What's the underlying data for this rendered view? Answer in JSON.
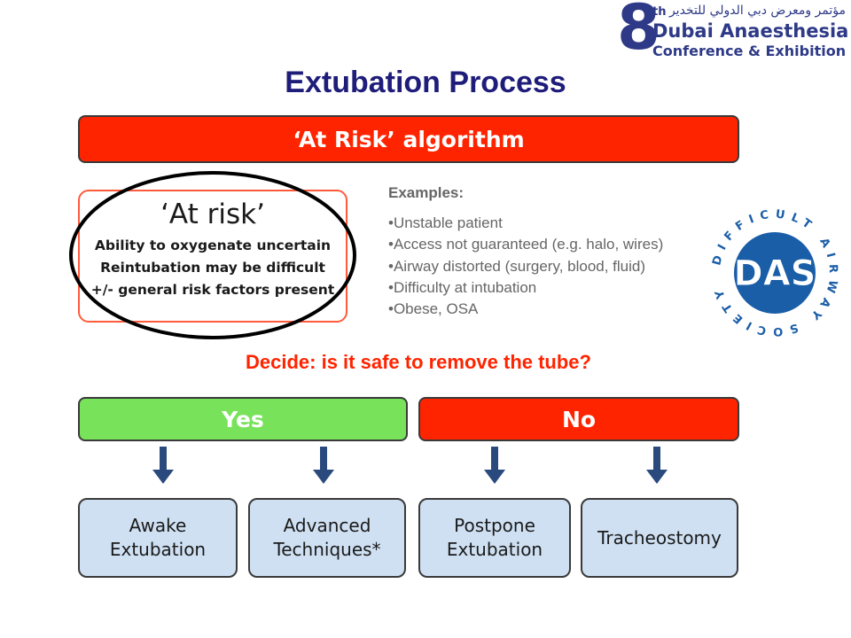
{
  "conference": {
    "arabic": "مؤتمر ومعرض دبي الدولي للتخدير",
    "number": "8",
    "ordinal": "th",
    "line1": "Dubai Anaesthesia",
    "line2": "Conference & Exhibition"
  },
  "title": "Extubation Process",
  "algorithm_bar": "‘At Risk’ algorithm",
  "at_risk": {
    "heading": "‘At risk’",
    "lines": [
      "Ability to oxygenate uncertain",
      "Reintubation may be difficult",
      "+/- general risk factors present"
    ]
  },
  "examples": {
    "title": "Examples:",
    "items": [
      "•Unstable patient",
      "•Access not guaranteed (e.g. halo, wires)",
      "•Airway distorted (surgery, blood, fluid)",
      "•Difficulty at intubation",
      "•Obese, OSA"
    ]
  },
  "das_logo": {
    "letters": "DAS",
    "ring_text": "DIFFICULT AIRWAY SOCIETY"
  },
  "decide": "Decide: is it safe to remove the tube?",
  "yes_label": "Yes",
  "no_label": "No",
  "outcomes": [
    {
      "line1": "Awake",
      "line2": "Extubation"
    },
    {
      "line1": "Advanced",
      "line2": "Techniques*"
    },
    {
      "line1": "Postpone",
      "line2": "Extubation"
    },
    {
      "line1": "Tracheostomy",
      "line2": ""
    }
  ],
  "colors": {
    "title": "#1f1d7a",
    "red": "#ff2400",
    "green": "#77e25a",
    "outcome_fill": "#cfe0f3",
    "arrow": "#2a4a7e",
    "brand_blue": "#2e3a87",
    "das_blue": "#1b5ea8"
  }
}
